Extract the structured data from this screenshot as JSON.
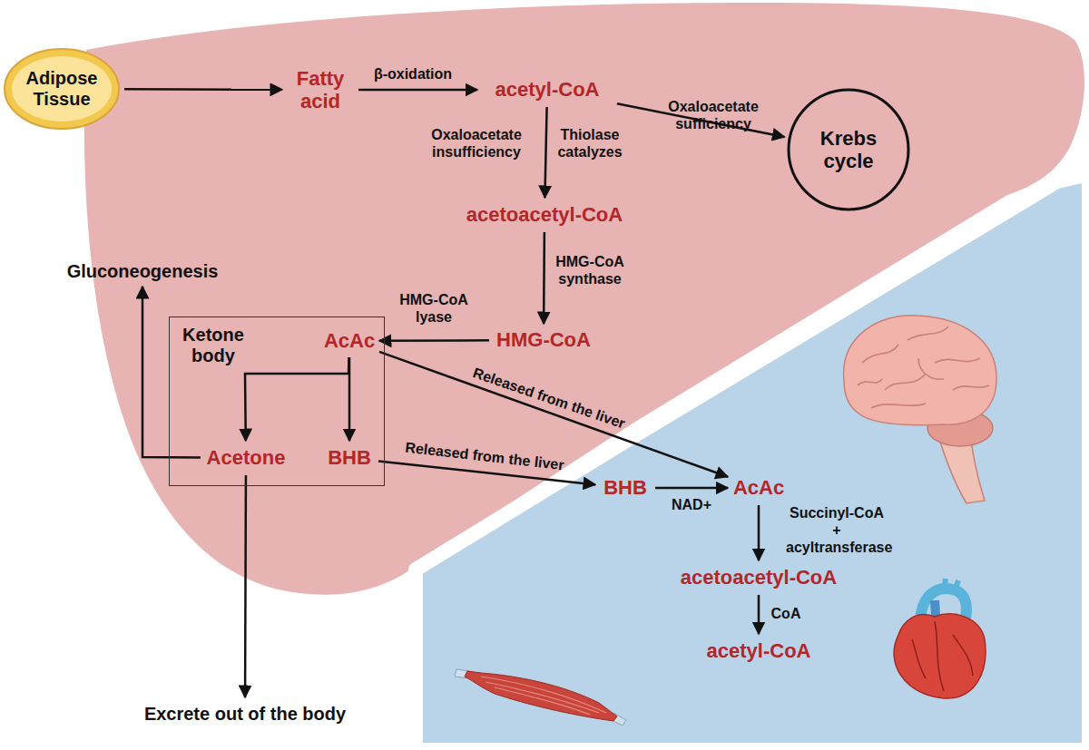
{
  "diagram": {
    "nodes": [
      {
        "text": [
          "Adipose Tissue"
        ]
      },
      {
        "text": [
          "Fatty acid"
        ]
      },
      {
        "text": [
          "acetyl-CoA"
        ]
      },
      {
        "text": [
          "Krebs cycle"
        ]
      },
      {
        "text": [
          "acetoacetyl-CoA"
        ]
      },
      {
        "text": [
          "Gluconeogenesis"
        ]
      },
      {
        "text": [
          "Ketone body"
        ]
      },
      {
        "text": [
          "AcAc"
        ],
        "in": 6
      },
      {
        "text": [
          "HMG-CoA"
        ]
      },
      {
        "text": [
          "Acetone"
        ],
        "in": 6
      },
      {
        "text": [
          "BHB"
        ],
        "in": 6
      },
      {
        "text": [
          "BHB"
        ]
      },
      {
        "text": [
          "AcAc"
        ]
      },
      {
        "text": [
          "acetoacetyl-CoA"
        ]
      },
      {
        "text": [
          "acetyl-CoA"
        ]
      },
      {
        "text": [
          "Excrete out of the body"
        ]
      }
    ],
    "edges": [
      {
        "from": 0,
        "to": 1,
        "arrow": "to"
      },
      {
        "from": 1,
        "to": 2,
        "label": "β-oxidation",
        "arrow": "to"
      },
      {
        "from": 2,
        "to": 3,
        "label": "Oxaloacetate sufficiency",
        "arrow": "to"
      },
      {
        "from": 2,
        "to": 4,
        "label": "Thiolase catalyzes",
        "arrow": "to"
      },
      {
        "from": 4,
        "to": 8,
        "label": "HMG-CoA synthase",
        "arrow": "to"
      },
      {
        "from": 8,
        "to": 7,
        "label": "HMG-CoA lyase",
        "arrow": "to"
      },
      {
        "from": 7,
        "to": 9,
        "arrow": "to"
      },
      {
        "from": 7,
        "to": 10,
        "arrow": "to"
      },
      {
        "from": 9,
        "to": 5,
        "arrow": "to"
      },
      {
        "from": 9,
        "to": 15,
        "arrow": "to"
      },
      {
        "from": 10,
        "to": 11,
        "label": "Released from the liver",
        "arrow": "to"
      },
      {
        "from": 7,
        "to": 12,
        "label": "Released from the liver",
        "arrow": "to"
      },
      {
        "from": 11,
        "to": 12,
        "label": "NAD+",
        "arrow": "to"
      },
      {
        "from": 12,
        "to": 13,
        "label": "Succinyl-CoA + acyltransferase",
        "arrow": "to"
      },
      {
        "from": 13,
        "to": 14,
        "label": "CoA",
        "arrow": "to"
      }
    ],
    "labels": [
      "Oxaloacetate insufficiency"
    ]
  }
}
